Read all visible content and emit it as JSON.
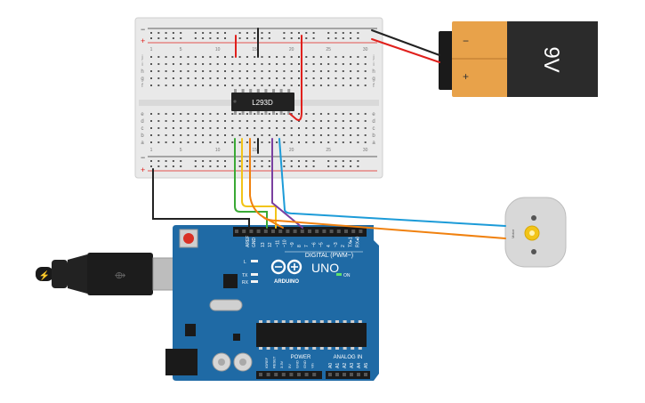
{
  "breadboard": {
    "rail_minus": "−",
    "rail_plus": "+",
    "row_letters_top": [
      "j",
      "i",
      "h",
      "g",
      "f"
    ],
    "row_letters_bottom": [
      "e",
      "d",
      "c",
      "b",
      "a"
    ],
    "column_numbers": [
      "1",
      "5",
      "10",
      "15",
      "20",
      "25",
      "30"
    ]
  },
  "chip": {
    "label": "L293D"
  },
  "battery": {
    "label": "9V",
    "minus": "−",
    "plus": "+"
  },
  "arduino": {
    "brand": "ARDUINO",
    "model": "UNO",
    "on_label": "ON",
    "digital_label": "DIGITAL (PWM~)",
    "power_label": "POWER",
    "analog_label": "ANALOG IN",
    "aref": "AREF",
    "gnd": "GND",
    "l_label": "L",
    "tx_label": "TX",
    "rx_label": "RX",
    "digital_pins": [
      "13",
      "12",
      "~11",
      "~10",
      "~9",
      "8",
      "7",
      "~6",
      "~5",
      "4",
      "~3",
      "2",
      "TX▸1",
      "RX◂0"
    ],
    "power_pins": [
      "IOREF",
      "RESET",
      "3.3V",
      "5V",
      "GND",
      "GND",
      "Vin"
    ],
    "analog_pins": [
      "A0",
      "A1",
      "A2",
      "A3",
      "A4",
      "A5"
    ]
  },
  "motor": {
    "label": "Motor"
  },
  "colors": {
    "wire_red": "#e0201c",
    "wire_black": "#222222",
    "wire_green": "#3aa935",
    "wire_yellow": "#f2c418",
    "wire_orange": "#f0810f",
    "wire_blue": "#1c9bd8",
    "wire_purple": "#7a3fa0",
    "arduino_blue": "#1f6aa5",
    "battery_orange": "#e8a24a",
    "breadboard": "#e9e9e9"
  }
}
